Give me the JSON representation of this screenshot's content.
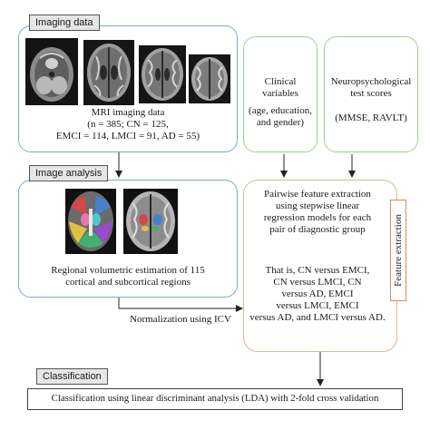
{
  "imaging": {
    "tab_label": "Imaging data",
    "caption_line1": "MRI imaging data",
    "caption_line2": "(n = 385; CN = 125,",
    "caption_line3": "EMCI = 114, LMCI = 91, AD = 55)"
  },
  "clinical": {
    "line1": "Clinical",
    "line2": "variables",
    "line3": "(age, education,",
    "line4": "and gender)"
  },
  "neuro": {
    "line1": "Neuropsychological",
    "line2": "test scores",
    "line3": "(MMSE, RAVLT)"
  },
  "analysis": {
    "tab_label": "Image analysis",
    "caption_line1": "Regional volumetric estimation of 115",
    "caption_line2": "cortical and subcortical regions"
  },
  "normalization_label": "Normalization using ICV",
  "feature": {
    "side_label": "Feature extraction",
    "para1_line1": "Pairwise feature extraction",
    "para1_line2": "using stepwise linear",
    "para1_line3": "regression models for each",
    "para1_line4": "pair of diagnostic group",
    "para2_line1": "That is, CN versus EMCI,",
    "para2_line2": "CN versus LMCI, CN",
    "para2_line3": "versus AD, EMCI",
    "para2_line4": "versus LMCI, EMCI",
    "para2_line5": "versus AD, and LMCI versus AD."
  },
  "classification": {
    "tab_label": "Classification",
    "text": "Classification using linear discriminant analysis (LDA) with 2-fold cross validation"
  },
  "colors": {
    "blue_border": "#7aa7d8",
    "green_border": "#a6cf8d",
    "orange_border": "#eab48f",
    "tab_fill": "#e6e6e6"
  }
}
